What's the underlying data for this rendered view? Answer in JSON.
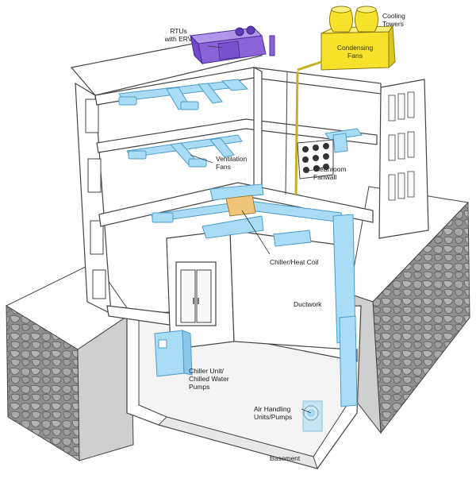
{
  "labels": {
    "rtus": "RTUs\nwith ERV",
    "cooling_towers": "Cooling\nTowers",
    "condensing_fans": "Condensing\nFans",
    "ventilation_fans": "Ventilation\nFans",
    "cleanroom_fanwall": "Cleanroom\nFanwall",
    "chiller_heat_coil": "Chiller/Heat Coil",
    "ductwork": "Ductwork",
    "chiller_unit": "Chiller Unit/\nChilled Water\nPumps",
    "air_handling": "Air Handling\nUnits/Pumps",
    "basement": "Basement"
  },
  "colors": {
    "duct": "#a9dcf5",
    "duct_edge": "#4a9cc8",
    "rtu": "#8a63d8",
    "cooling": "#f6e22a",
    "chiller_coil": "#f0c57a",
    "rock": "#8c8c8c",
    "wall": "#ffffff",
    "line": "#444444"
  }
}
